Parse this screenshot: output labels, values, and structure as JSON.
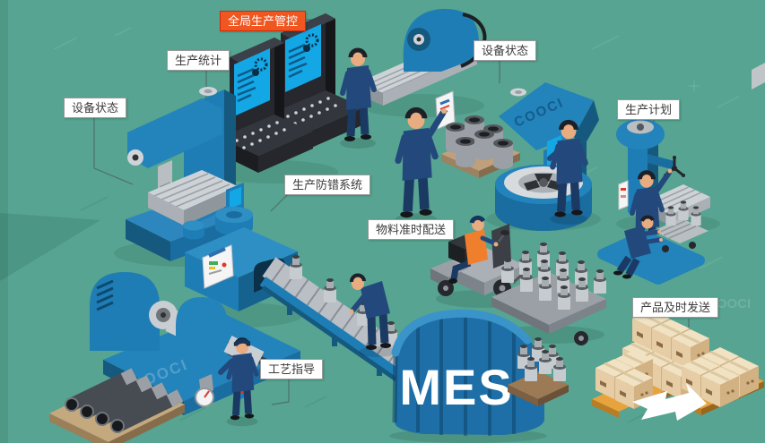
{
  "scene": {
    "title": "MES",
    "watermark": "COOCI"
  },
  "labels": {
    "global_control": {
      "text": "全局生产管控"
    },
    "production_stats": {
      "text": "生产统计"
    },
    "equipment_status_left": {
      "text": "设备状态"
    },
    "equipment_status_right": {
      "text": "设备状态"
    },
    "production_plan": {
      "text": "生产计划"
    },
    "error_proofing": {
      "text": "生产防错系统"
    },
    "material_delivery": {
      "text": "物料准时配送"
    },
    "process_guidance": {
      "text": "工艺指导"
    },
    "product_dispatch": {
      "text": "产品及时发送"
    }
  },
  "colors": {
    "background": "#56a491",
    "machine_blue": "#1f7db5",
    "machine_blue_dark": "#15597f",
    "machine_blue_light": "#2e8fc4",
    "console_dark": "#26282e",
    "screen_cyan": "#14a7e6",
    "label_bg": "#ffffff",
    "label_border": "#9a9a9a",
    "label_text": "#3c3c3c",
    "highlight_label_bg": "#f0561f",
    "highlight_label_border": "#cf2a0e",
    "highlight_label_text": "#ffffff",
    "worker_navy": "#23487c",
    "vest_orange": "#f07f2d",
    "metal_gray": "#c9ced2",
    "box_tan": "#e6cda5",
    "pallet_orange": "#e8a33d",
    "arrow_white": "#ffffff",
    "mes_text": "#ffffff"
  }
}
